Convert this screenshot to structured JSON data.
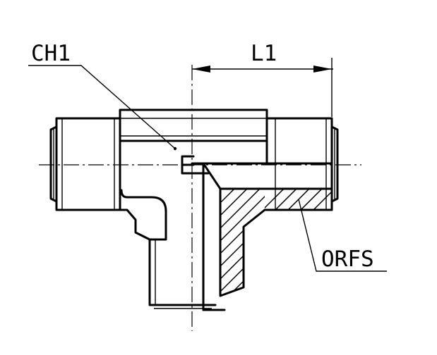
{
  "labels": {
    "ch1": "CH1",
    "l1": "L1",
    "orfs": "ORFS"
  }
}
